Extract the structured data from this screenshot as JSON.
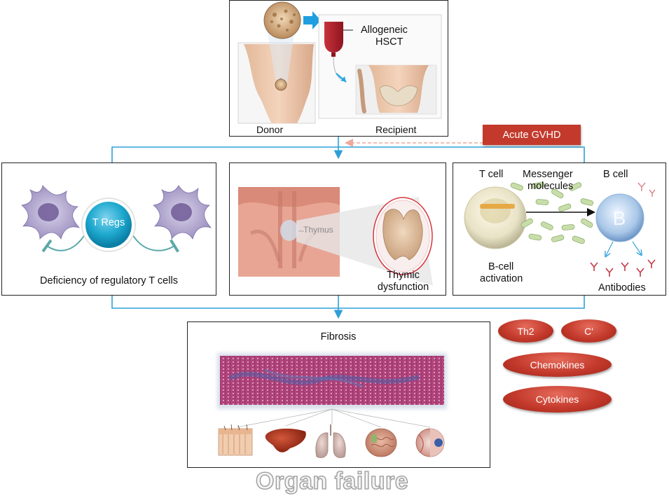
{
  "top": {
    "allogeneic_line1": "Allogeneic",
    "allogeneic_line2": "HSCT",
    "donor": "Donor",
    "recipient": "Recipient"
  },
  "acute_gvhd": "Acute GVHD",
  "panel_left": {
    "tregs": "T Regs",
    "caption": "Deficiency of regulatory T cells"
  },
  "panel_middle": {
    "thymus_label": "Thymus",
    "caption_line1": "Thymic",
    "caption_line2": "dysfunction"
  },
  "panel_right": {
    "t_cell": "T cell",
    "messenger_line1": "Messenger",
    "messenger_line2": "molecules",
    "b_cell": "B cell",
    "b_cell_glyph": "B",
    "activation_line1": "B-cell",
    "activation_line2": "activation",
    "antibodies": "Antibodies"
  },
  "fibrosis": {
    "title": "Fibrosis"
  },
  "factors": [
    "Th2",
    "C'",
    "Chemokines",
    "Cytokines"
  ],
  "organ_failure": "Organ failure",
  "colors": {
    "connector": "#2e9fd8",
    "gvhd_red": "#c33a2c",
    "dashed_arrow": "#f0a89c",
    "tregs": "#1fa9cf",
    "tissue": "#b8467a"
  }
}
